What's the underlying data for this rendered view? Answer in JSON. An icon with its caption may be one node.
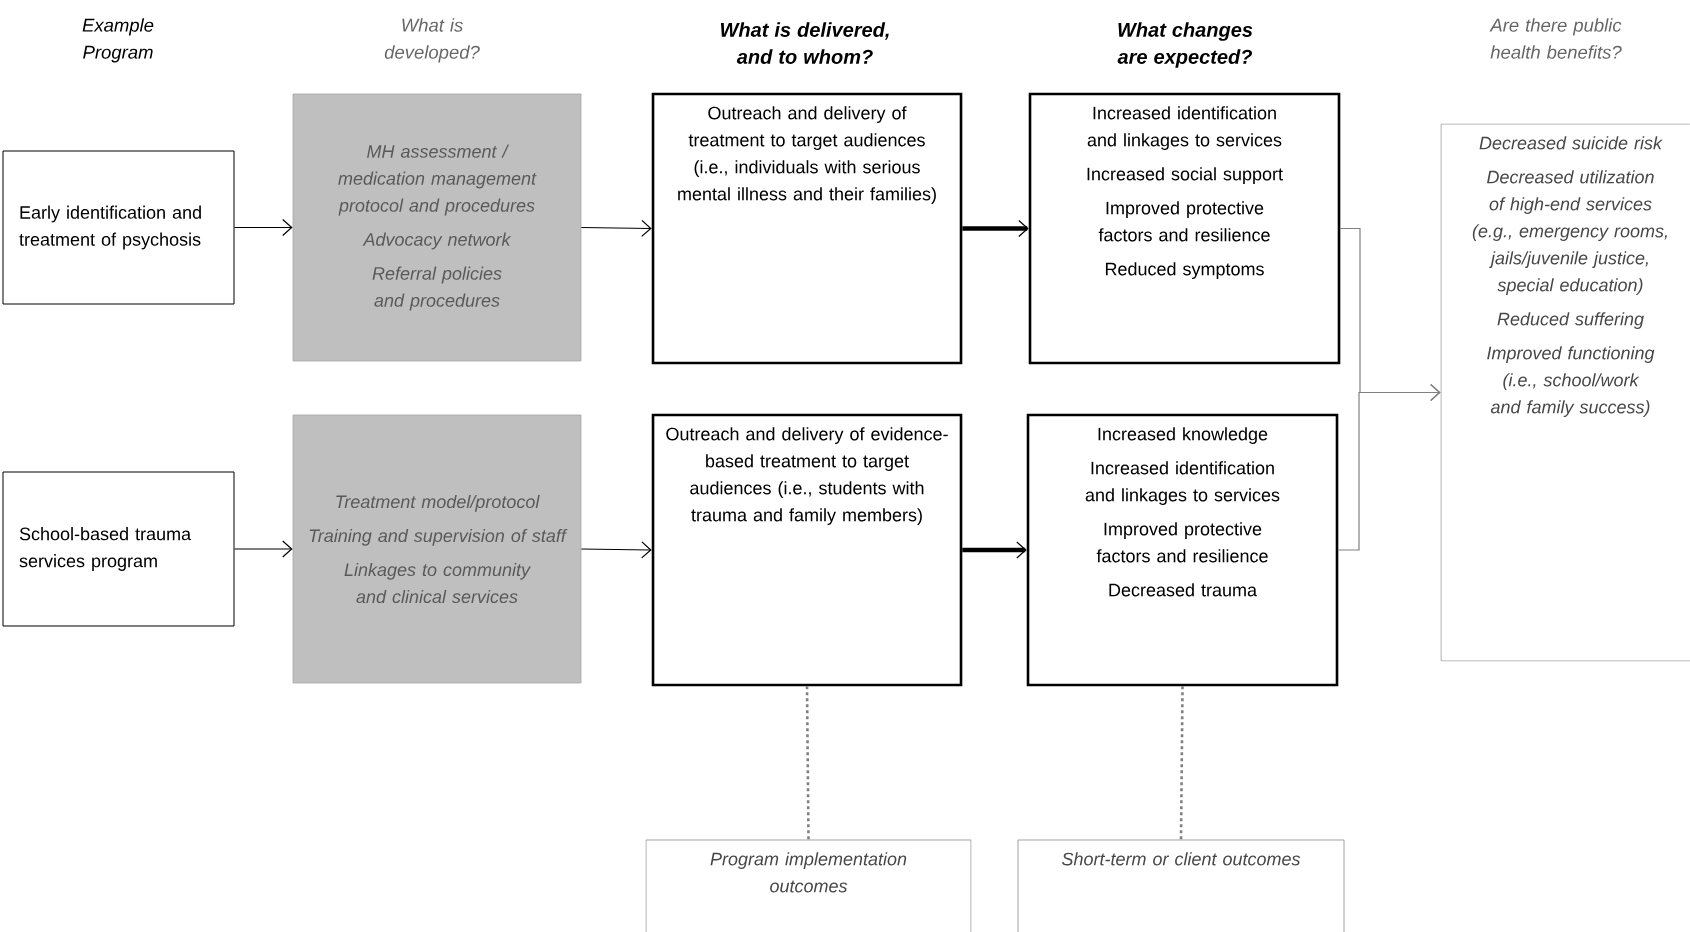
{
  "diagram": {
    "nodes": [
      {
        "text": [
          "Early identification and treatment of psychosis"
        ]
      },
      {
        "text": [
          "MH assessment / medication management protocol and procedures",
          "Advocacy network",
          "Referral policies and procedures"
        ]
      },
      {
        "text": [
          "Outreach and delivery of treatment to target audiences (i.e., individuals with serious mental illness and their families)"
        ]
      },
      {
        "text": [
          "Increased identification and linkages to services",
          "Increased social support",
          "Improved protective factors and resilience",
          "Reduced symptoms"
        ]
      },
      {
        "text": [
          "School-based trauma services program"
        ]
      },
      {
        "text": [
          "Treatment model/protocol",
          "Training and supervision of staff",
          "Linkages to community and clinical services"
        ]
      },
      {
        "text": [
          "Outreach and delivery of evidence-based treatment to target audiences (i.e., students with trauma and family members)"
        ]
      },
      {
        "text": [
          "Increased knowledge",
          "Increased identification and linkages to services",
          "Improved protective factors and resilience",
          "Decreased trauma"
        ]
      },
      {
        "text": [
          "Decreased suicide risk",
          "Decreased utilization of high-end services (e.g., emergency rooms, jails/juvenile justice, special education)",
          "Reduced suffering",
          "Improved functioning (i.e., school/work and family success)"
        ]
      },
      {
        "text": [
          "Program implementation outcomes"
        ]
      },
      {
        "text": [
          "Short-term or client outcomes"
        ]
      }
    ],
    "edges": [
      {
        "from": 0,
        "to": 1,
        "arrow": "to"
      },
      {
        "from": 1,
        "to": 2,
        "arrow": "to"
      },
      {
        "from": 2,
        "to": 3,
        "arrow": "to",
        "style": "thick"
      },
      {
        "from": 4,
        "to": 5,
        "arrow": "to"
      },
      {
        "from": 5,
        "to": 6,
        "arrow": "to"
      },
      {
        "from": 6,
        "to": 7,
        "arrow": "to",
        "style": "thick"
      },
      {
        "from": 3,
        "to": 8,
        "arrow": "to",
        "color": "#808080"
      },
      {
        "from": 7,
        "to": 8,
        "arrow": "to",
        "color": "#808080"
      },
      {
        "from": 6,
        "to": 9,
        "arrow": "none",
        "style": "dashed",
        "color": "#808080"
      },
      {
        "from": 7,
        "to": 10,
        "arrow": "none",
        "style": "dashed",
        "color": "#808080"
      }
    ],
    "labels": [
      "Example Program",
      "What is developed?",
      "What is delivered, and to whom?",
      "What changes are expected?",
      "Are there public health benefits?"
    ]
  }
}
